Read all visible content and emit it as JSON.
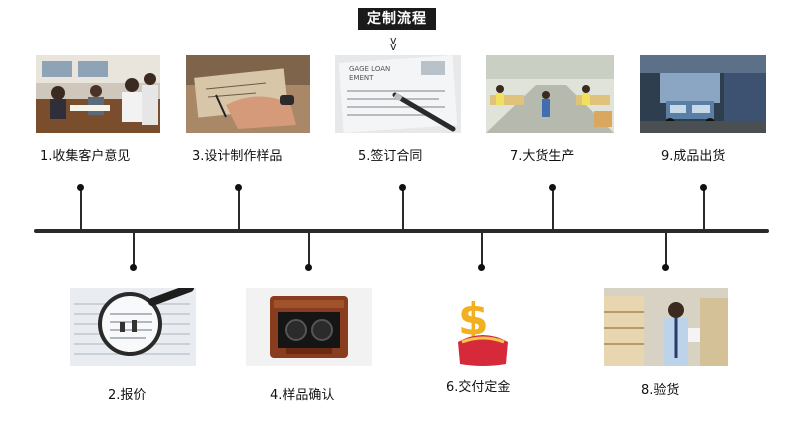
{
  "title": "定制流程",
  "marker": "V V",
  "steps": [
    {
      "label": "1.收集客户意见",
      "photo": "meeting-photo"
    },
    {
      "label": "2.报价",
      "photo": "magnifier-photo"
    },
    {
      "label": "3.设计制作样品",
      "photo": "sketching-photo"
    },
    {
      "label": "4.样品确认",
      "photo": "watch-winder-photo"
    },
    {
      "label": "5.签订合同",
      "photo": "contract-signing-photo"
    },
    {
      "label": "6.交付定金",
      "photo": "dollar-purse-photo"
    },
    {
      "label": "7.大货生产",
      "photo": "factory-line-photo"
    },
    {
      "label": "8.验货",
      "photo": "warehouse-inspector-photo"
    },
    {
      "label": "9.成品出货",
      "photo": "truck-shipping-photo"
    }
  ]
}
